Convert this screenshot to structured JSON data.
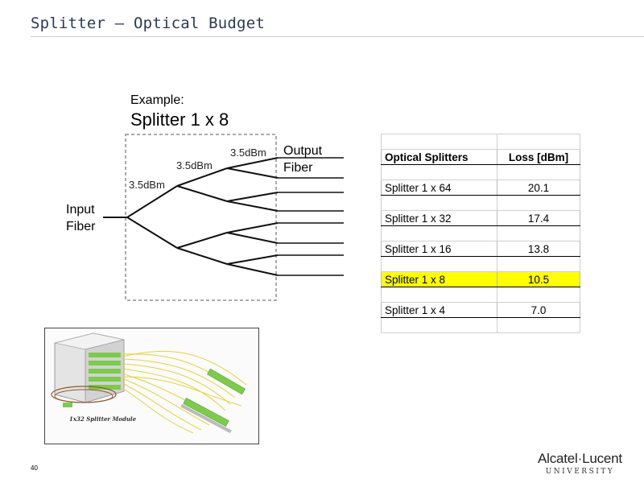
{
  "slide": {
    "title": "Splitter – Optical Budget",
    "page_number": "40"
  },
  "example": {
    "label": "Example:",
    "splitter_name": "Splitter 1 x 8"
  },
  "diagram": {
    "stage_losses": [
      "3.5dBm",
      "3.5dBm",
      "3.5dBm"
    ],
    "input_label": [
      "Input",
      "Fiber"
    ],
    "output_label": [
      "Output",
      "Fiber"
    ],
    "output_count": 8
  },
  "table": {
    "headers": [
      "Optical Splitters",
      "Loss [dBm]"
    ],
    "rows": [
      {
        "splitter": "Splitter 1 x 64",
        "loss": "20.1",
        "highlight": false
      },
      {
        "splitter": "Splitter 1 x 32",
        "loss": "17.4",
        "highlight": false
      },
      {
        "splitter": "Splitter 1 x 16",
        "loss": "13.8",
        "highlight": false
      },
      {
        "splitter": "Splitter 1 x 8",
        "loss": "10.5",
        "highlight": true
      },
      {
        "splitter": "Splitter 1 x 4",
        "loss": "7.0",
        "highlight": false
      }
    ],
    "highlight_color": "#ffff00"
  },
  "photo": {
    "caption": "1x32 Splitter Module"
  },
  "logo": {
    "name": "Alcatel·Lucent",
    "sub": "UNIVERSITY"
  }
}
